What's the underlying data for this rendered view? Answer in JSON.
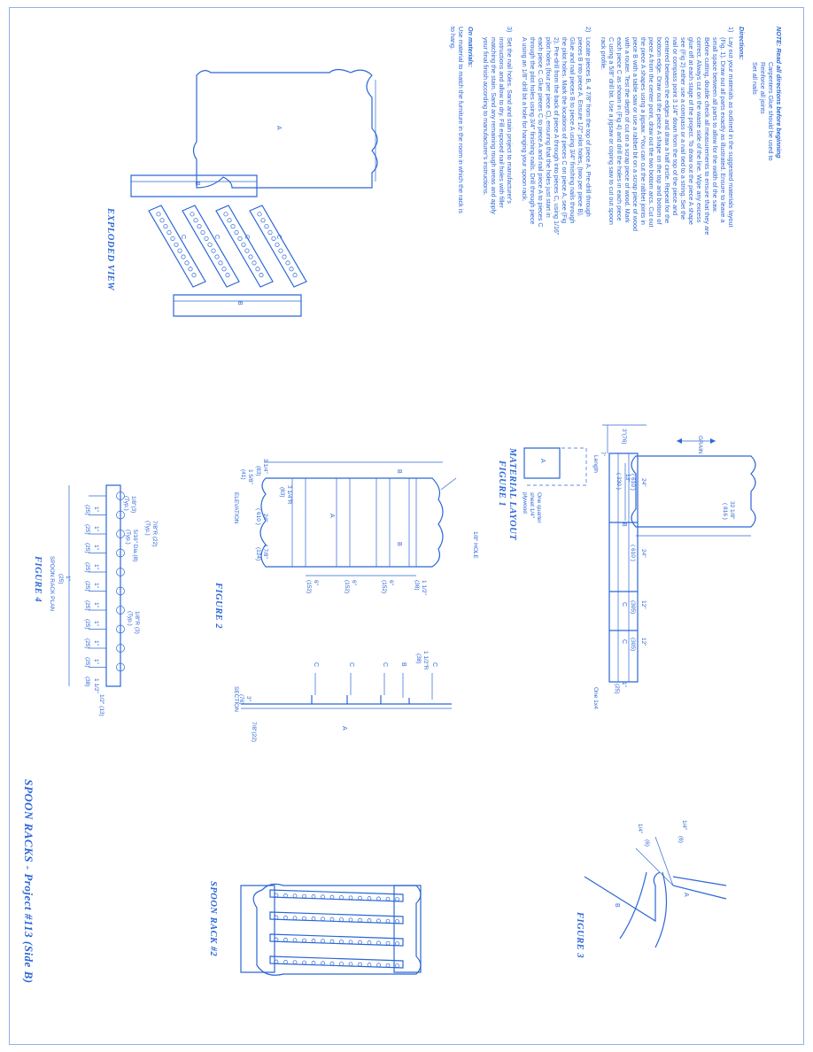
{
  "note": {
    "heading": "NOTE:",
    "lead": "Read all directions before beginning",
    "lines": [
      "Carpenters Glue should be used to",
      "Reinforce all joints",
      "Set all nails"
    ]
  },
  "directions": {
    "heading": "Directions:",
    "step1_num": "1)",
    "step1": [
      "Lay out your materials as outlined in the suggested materials layout",
      "(Fig. 1). Draw out all parts exactly as illustrated. Ensure to leave a",
      "small space between all parts to allow for the width of the saw.",
      "Before cutting, double check all measurements to ensure that they are",
      "correct. Always cut on the waste side of the line. Wipe any excess",
      "glue off at each stage of the project. To draw out the piece A shape",
      "see (Fig 2) either use a compass or a nail tied to a string. Set the",
      "nail or compass point 3 1/4\" down from the top of the piece and",
      "centered between the edges and draw a half circle. Repeat for the",
      "bottom edge. Draw out the piece A shape on the top and bottom of",
      "piece A from the center point, draw out the two bottom arcs. Cut out",
      "the piece A shapes using a jigsaw. *You can cut the rabbet joints in",
      "piece B with a table saw or use a rabbet bit on a scrap piece of wood",
      "with a router. Test the depth of cut on a scrap piece of wood. Mark",
      "each piece C as shown in (Fig 4) and drill the holes in each piece",
      "C using a 5/8\" drill bit. Use a jigsaw or coping saw to cut out spoon",
      "rack profile."
    ],
    "step2_num": "2)",
    "step2": [
      "Locate pieces B, 4 7/8\" from the top of piece A. Pre-drill through",
      "pieces B into piece A. Ensure 1/2\" pilot holes, (two per piece B).",
      "Glue and nail pieces B to piece A using 3/4\" finishing nails through",
      "the pilot holes. Mark the locations of pieces C on piece A, see (Fig",
      "2). Pre-drill from the back of piece A through into pieces C, using 1/16\"",
      "pilot holes (four per piece C), ensuring that the holes just start in",
      "each piece C. Glue pieces C to piece A and nail piece A to pieces C",
      "through the pilot holes using 3/4\" finishing nails. Drill through piece",
      "A using an 1/8\" drill bit a hole for hanging your spoon rack."
    ],
    "step3_num": "3)",
    "step3": [
      "Set the nail holes. Sand and stain project to manufacturer's",
      "instructions and allow to dry. Fill exposed nail holes with filler",
      "matching the stain. Sand any remaining rough areas and apply",
      "your final finish according to manufacturer's instructions."
    ],
    "materials_heading": "On materials:",
    "materials": [
      "Use material to match the furniture in the room in which the rack is",
      "to hang."
    ]
  },
  "exploded": {
    "title": "EXPLODED VIEW",
    "label_a": "A",
    "label_b": "B",
    "label_c": "C"
  },
  "figure1": {
    "title_1": "MATERIAL LAYOUT",
    "title_2": "FIGURE 1",
    "grain": "GRAIN",
    "dim_13": "13\"",
    "dim_330": "( 330 )",
    "dim_32": "32 1/8\"",
    "dim_816": "( 816 )",
    "dim_3": "3\"(76)",
    "dim_7": "7'",
    "length": "Length",
    "dim_24": "24\"",
    "dim_610": "( 610 )",
    "dim_12": "12\"",
    "dim_305": "(305)",
    "dim_1": "1\"",
    "dim_25": "(25)",
    "one_by_four": "One 1x4",
    "quarter_1": "One quarter",
    "quarter_2": "sheet 1/4\"",
    "quarter_3": "plywood",
    "label_a": "A",
    "label_b": "B",
    "label_c": "C"
  },
  "figure2": {
    "title": "FIGURE 2",
    "elevation": "ELEVATION",
    "section": "SECTION",
    "hole": "1/8\" HOLE",
    "d_3_1_4": "3 1/4\"",
    "d_83": "(83)",
    "d_24": "24\"",
    "d_610": "( 610 )",
    "d_4_7_8": "4 7/8\"",
    "d_124": "(124)",
    "d_1_5_8": "1 5/8\"",
    "d_41": "(41)",
    "d_3_1_4r": "3 1/4\"R",
    "d_6": "6\"",
    "d_152": "(152)",
    "d_1_1_2": "1 1/2\"",
    "d_38": "(38)",
    "d_1_1_2r": "1 1/2\"R",
    "d_3": "3\"",
    "d_76": "(76)",
    "d_7_8": "7/8\"(22)",
    "label_a": "A",
    "label_b": "B",
    "label_c": "C"
  },
  "figure3": {
    "title": "FIGURE 3",
    "d1": "1/4\"",
    "d2": "(6)",
    "label_a": "A",
    "label_b": "B"
  },
  "figure4": {
    "title": "FIGURE 4",
    "plan": "SPOON RACK PLAN",
    "d_1_8": "1/8\"(3)",
    "typ": "(Typ.)",
    "d_7_8r": "7/8\"R (22)",
    "d_5_16": "5/16\" Dia.(8)",
    "d_1_8r": "1/8\"R (3)",
    "one": "1\"",
    "twentyfive": "(25)",
    "half": "1 1/2\"",
    "thirtyeight": "(38)",
    "d_half_13": "1/2\" (13)"
  },
  "rack2": {
    "title": "SPOON RACK #2"
  },
  "footer": {
    "title": "SPOON RACKS - Project #113 (Side B)"
  }
}
